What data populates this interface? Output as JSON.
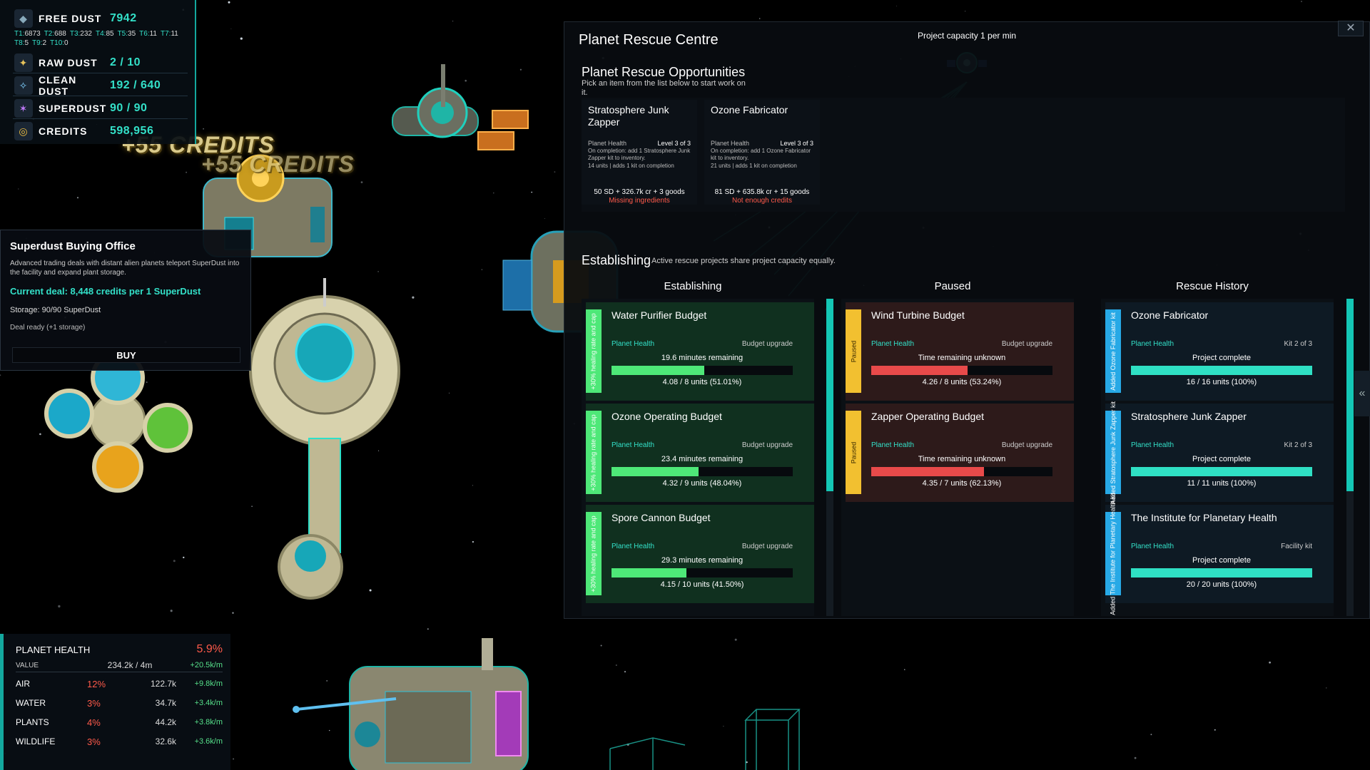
{
  "resources": {
    "free_dust": {
      "label": "FREE DUST",
      "value": "7942"
    },
    "tiers": [
      {
        "k": "T1:",
        "v": "6873"
      },
      {
        "k": "T2:",
        "v": "688"
      },
      {
        "k": "T3:",
        "v": "232"
      },
      {
        "k": "T4:",
        "v": "85"
      },
      {
        "k": "T5:",
        "v": "35"
      },
      {
        "k": "T6:",
        "v": "11"
      },
      {
        "k": "T7:",
        "v": "11"
      },
      {
        "k": "T8:",
        "v": "5"
      },
      {
        "k": "T9:",
        "v": "2"
      },
      {
        "k": "T10:",
        "v": "0"
      }
    ],
    "raw_dust": {
      "label": "RAW DUST",
      "value": "2 / 10"
    },
    "clean_dust": {
      "label": "CLEAN DUST",
      "value": "192 / 640"
    },
    "superdust": {
      "label": "SUPERDUST",
      "value": "90 / 90"
    },
    "credits": {
      "label": "CREDITS",
      "value": "598,956"
    }
  },
  "floating": {
    "credit1": "+55 CREDITS",
    "credit2": "+55 CREDITS"
  },
  "office": {
    "title": "Superdust Buying Office",
    "desc": "Advanced trading deals with distant alien planets teleport SuperDust into the facility and expand plant storage.",
    "deal": "Current deal: 8,448 credits per 1 SuperDust",
    "storage": "Storage: 90/90 SuperDust",
    "ready": "Deal ready (+1 storage)",
    "buy": "BUY"
  },
  "health": {
    "title": "PLANET HEALTH",
    "percent": "5.9%",
    "value_label": "VALUE",
    "value": "234.2k / 4m",
    "value_rate": "+20.5k/m",
    "rows": [
      {
        "name": "AIR",
        "pct": "12%",
        "val": "122.7k",
        "rate": "+9.8k/m"
      },
      {
        "name": "WATER",
        "pct": "3%",
        "val": "34.7k",
        "rate": "+3.4k/m"
      },
      {
        "name": "PLANTS",
        "pct": "4%",
        "val": "44.2k",
        "rate": "+3.8k/m"
      },
      {
        "name": "WILDLIFE",
        "pct": "3%",
        "val": "32.6k",
        "rate": "+3.6k/m"
      }
    ]
  },
  "rescue": {
    "title": "Planet Rescue Centre",
    "capacity": "Project capacity 1 per min",
    "close": "✕",
    "opp_title": "Planet Rescue Opportunities",
    "opp_sub": "Pick an item from the list below to start work on it.",
    "opportunities": [
      {
        "name": "Stratosphere Junk Zapper",
        "ph": "Planet Health",
        "level": "Level 3 of 3",
        "effect": "On completion: add 1 Stratosphere Junk Zapper kit to inventory.",
        "units": "14 units | adds 1 kit on completion",
        "cost": "50 SD + 326.7k cr + 3 goods",
        "warn": "Missing ingredients"
      },
      {
        "name": "Ozone Fabricator",
        "ph": "Planet Health",
        "level": "Level 3 of 3",
        "effect": "On completion: add 1 Ozone Fabricator kit to inventory.",
        "units": "21 units | adds 1 kit on completion",
        "cost": "81 SD + 635.8k cr + 15 goods",
        "warn": "Not enough credits"
      }
    ],
    "est_head": "Establishing",
    "est_sub": "Active rescue projects share project capacity equally.",
    "columns": {
      "establishing": "Establishing",
      "paused": "Paused",
      "history": "Rescue History"
    },
    "establishing": [
      {
        "name": "Water Purifier Budget",
        "tag": "+30% healing rate and cap",
        "ph": "Planet Health",
        "type": "Budget upgrade",
        "time": "19.6 minutes remaining",
        "units": "4.08 / 8 units (51.01%)",
        "progress": 51.01
      },
      {
        "name": "Ozone Operating Budget",
        "tag": "+30% healing rate and cap",
        "ph": "Planet Health",
        "type": "Budget upgrade",
        "time": "23.4 minutes remaining",
        "units": "4.32 / 9 units (48.04%)",
        "progress": 48.04
      },
      {
        "name": "Spore Cannon Budget",
        "tag": "+30% healing rate and cap",
        "ph": "Planet Health",
        "type": "Budget upgrade",
        "time": "29.3 minutes remaining",
        "units": "4.15 / 10 units (41.50%)",
        "progress": 41.5
      }
    ],
    "paused": [
      {
        "name": "Wind Turbine Budget",
        "tag": "Paused",
        "ph": "Planet Health",
        "type": "Budget upgrade",
        "time": "Time remaining unknown",
        "units": "4.26 / 8 units (53.24%)",
        "progress": 53.24
      },
      {
        "name": "Zapper Operating Budget",
        "tag": "Paused",
        "ph": "Planet Health",
        "type": "Budget upgrade",
        "time": "Time remaining unknown",
        "units": "4.35 / 7 units (62.13%)",
        "progress": 62.13
      }
    ],
    "history": [
      {
        "name": "Ozone Fabricator",
        "tag": "Added Ozone Fabricator kit",
        "ph": "Planet Health",
        "type": "Kit 2 of 3",
        "time": "Project complete",
        "units": "16 / 16 units (100%)",
        "progress": 100
      },
      {
        "name": "Stratosphere Junk Zapper",
        "tag": "Added Stratosphere Junk Zapper kit",
        "ph": "Planet Health",
        "type": "Kit 2 of 3",
        "time": "Project complete",
        "units": "11 / 11 units (100%)",
        "progress": 100
      },
      {
        "name": "The Institute for Planetary Health",
        "tag": "Added The Institute for Planetary Health kit",
        "ph": "Planet Health",
        "type": "Facility kit",
        "time": "Project complete",
        "units": "20 / 20 units (100%)",
        "progress": 100
      }
    ],
    "side_arrow": "«"
  }
}
